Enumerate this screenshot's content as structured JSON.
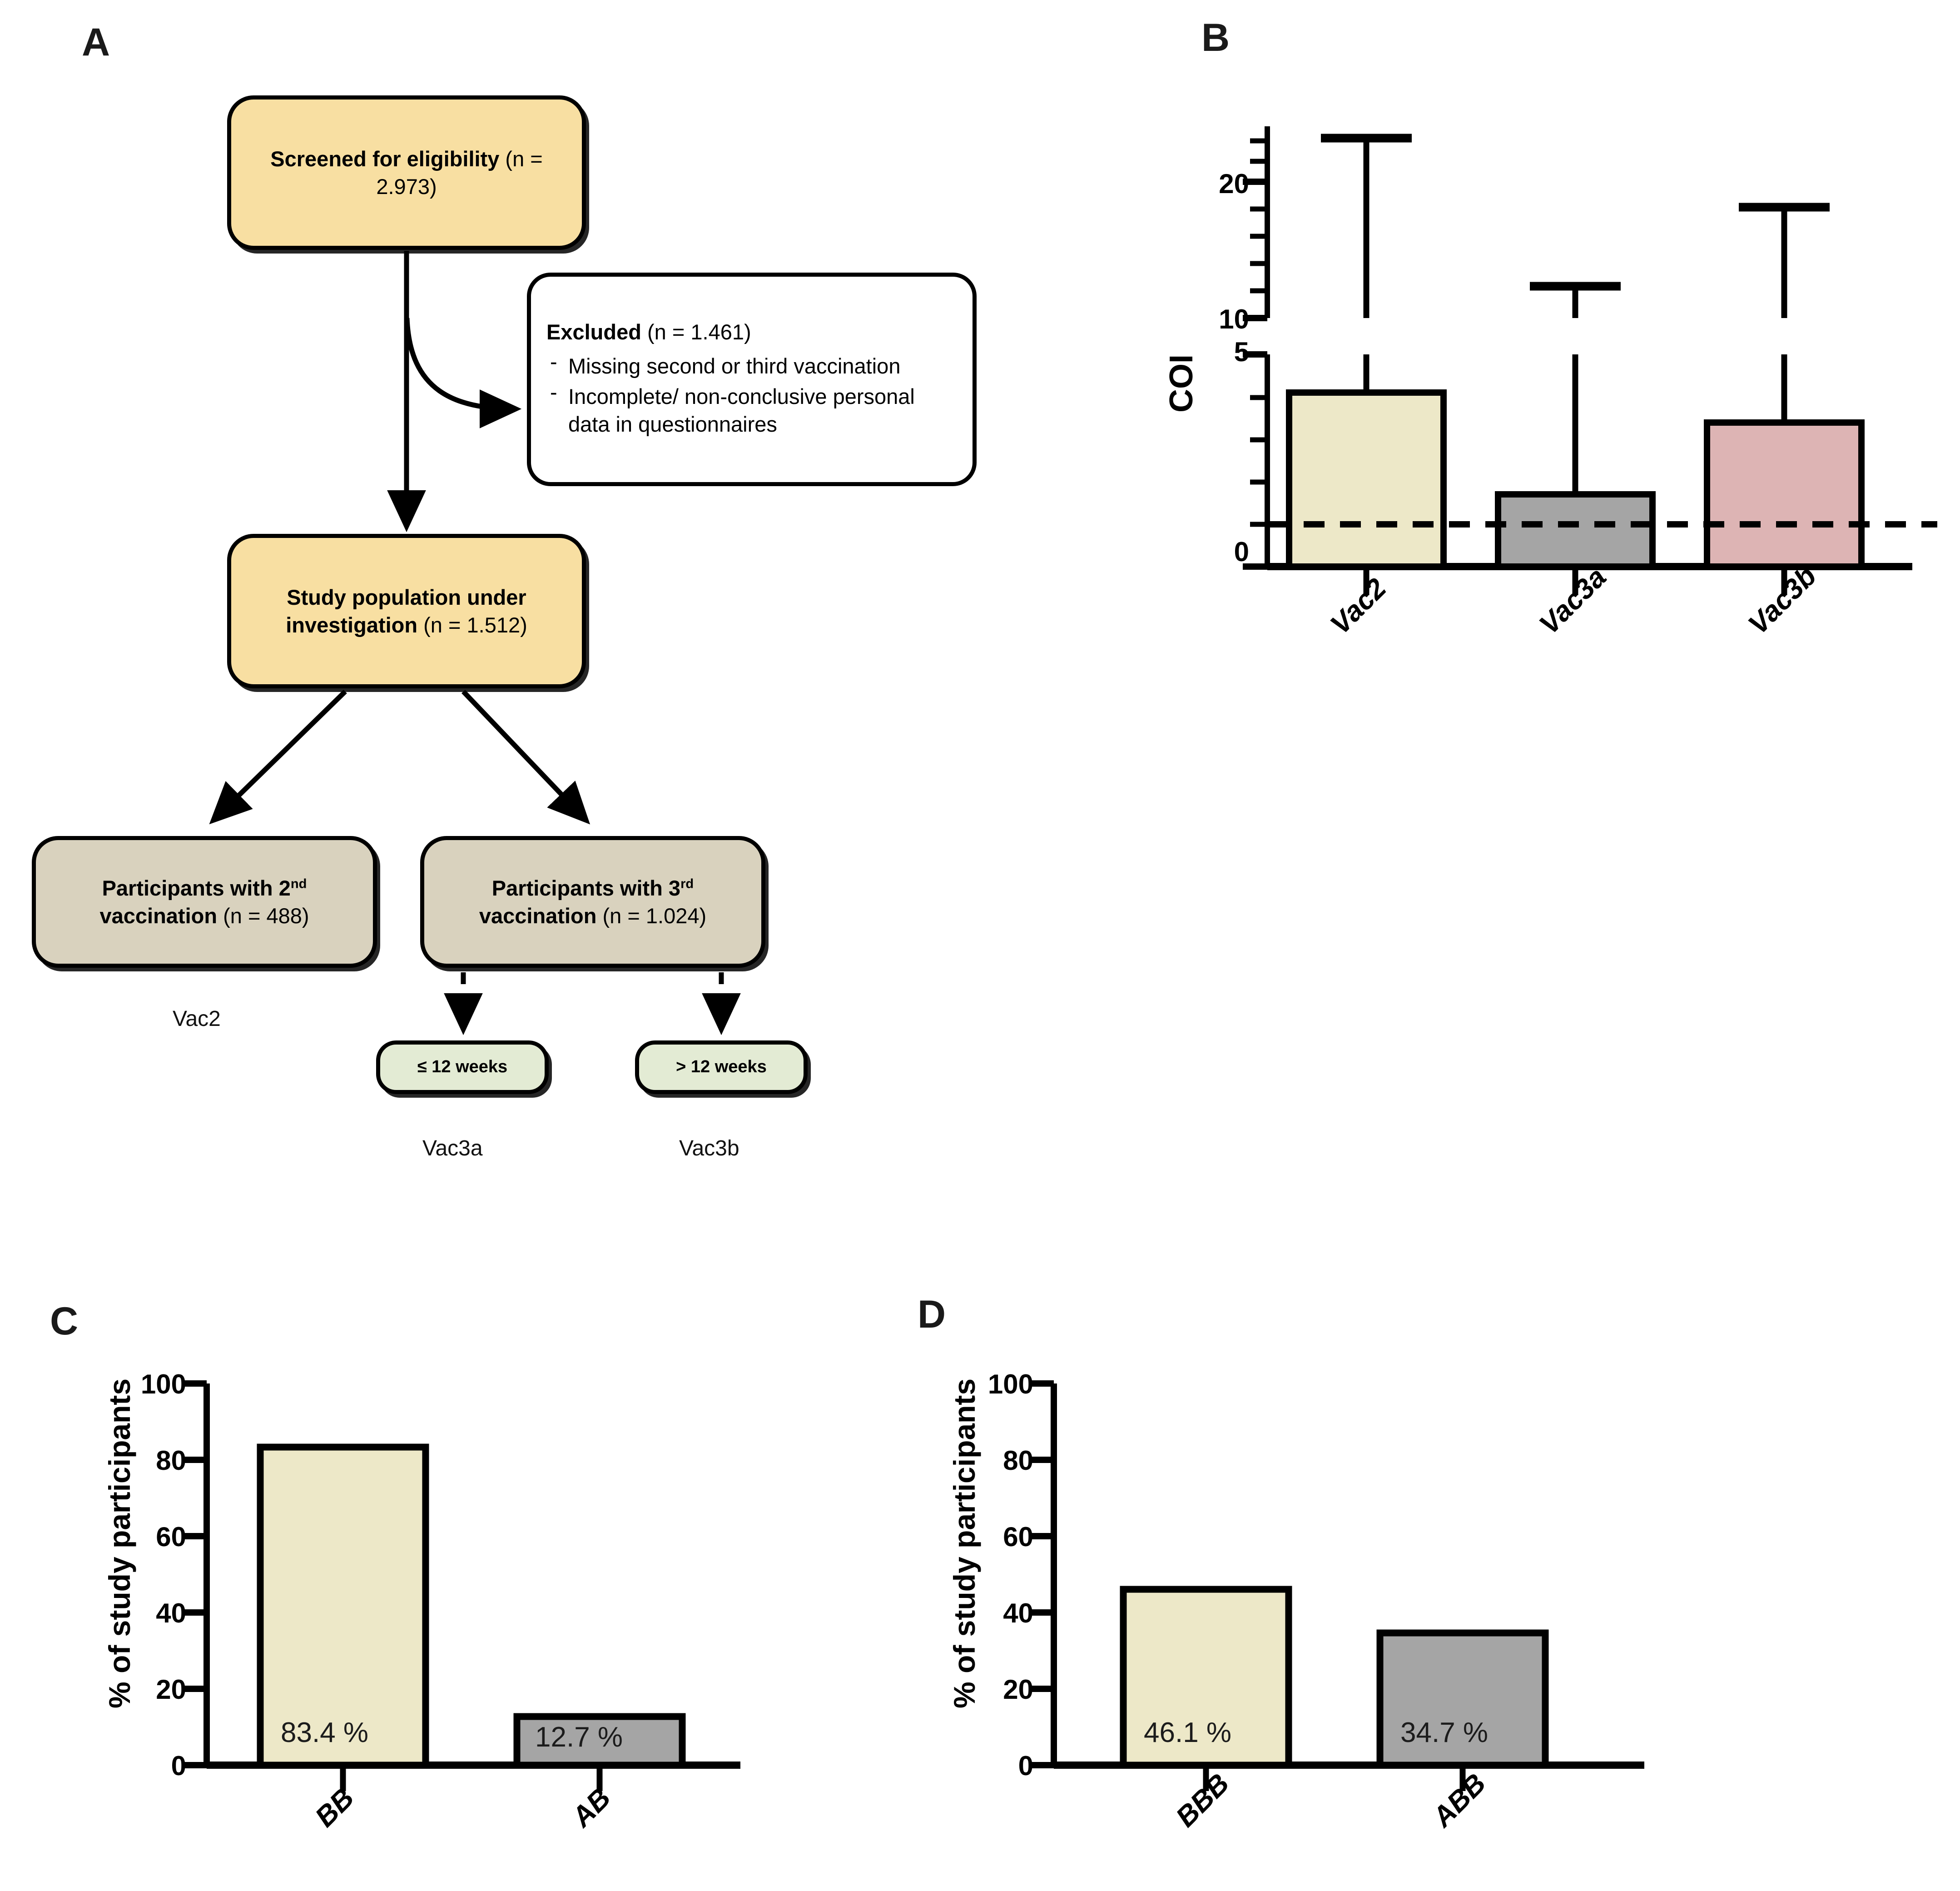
{
  "panels": {
    "a": "A",
    "b": "B",
    "c": "C",
    "d": "D"
  },
  "flowchart": {
    "screened": {
      "bold": "Screened for eligibility",
      "rest": " (n = 2.973)"
    },
    "excluded": {
      "bold": "Excluded",
      "rest": " (n = 1.461)",
      "items": [
        "Missing second or third vaccination",
        "Incomplete/ non-conclusive personal data in questionnaires"
      ]
    },
    "study_population": {
      "bold": "Study population under investigation",
      "rest": " (n = 1.512)"
    },
    "participants_2nd": {
      "bold_pre": "Participants with 2",
      "sup": "nd",
      "bold_post": " vaccination",
      "rest": " (n = 488)"
    },
    "participants_3rd": {
      "bold_pre": "Participants with 3",
      "sup": "rd",
      "bold_post": " vaccination",
      "rest": " (n = 1.024)"
    },
    "weeks_le": "≤ 12 weeks",
    "weeks_gt": "> 12 weeks",
    "group_vac2": "Vac2",
    "group_vac3a": "Vac3a",
    "group_vac3b": "Vac3b"
  },
  "colors": {
    "yellow_box": "#F8DFA2",
    "taupe_box": "#D9D2BE",
    "green_box": "#E3EBD4",
    "bar_cream": "#EDE8C8",
    "bar_gray": "#A5A5A5",
    "bar_pink": "#DDB4B4",
    "outline": "#000000"
  },
  "chart_data": [
    {
      "id": "panel_b",
      "type": "bar",
      "title": "",
      "xlabel": "",
      "ylabel": "COI",
      "categories": [
        "Vac2",
        "Vac3a",
        "Vac3b"
      ],
      "values": [
        4.1,
        1.7,
        3.4
      ],
      "error_high": [
        23.0,
        12.3,
        18.0
      ],
      "error_low": [
        4.1,
        1.7,
        3.4
      ],
      "bar_colors": [
        "#EDE8C8",
        "#A5A5A5",
        "#DDB4B4"
      ],
      "axis_segments": [
        {
          "min": 0,
          "max": 5,
          "major_ticks": [
            0,
            5
          ],
          "minor_ticks": [
            1,
            2,
            3,
            4
          ]
        },
        {
          "min": 10,
          "max": 24,
          "major_ticks": [
            10,
            20
          ],
          "minor_ticks": [
            12,
            14,
            16,
            18,
            22
          ]
        }
      ],
      "tick_labels": [
        "0",
        "5",
        "10",
        "20"
      ],
      "cutoff_line": 1.0,
      "cutoff_style": "dashed",
      "grid": false,
      "legend": "none"
    },
    {
      "id": "panel_c",
      "type": "bar",
      "title": "",
      "xlabel": "",
      "ylabel": "% of study participants",
      "categories": [
        "BB",
        "AB"
      ],
      "values": [
        83.4,
        12.7
      ],
      "data_labels": [
        "83.4 %",
        "12.7 %"
      ],
      "bar_colors": [
        "#EDE8C8",
        "#A5A5A5"
      ],
      "ylim": [
        0,
        100
      ],
      "yticks": [
        0,
        20,
        40,
        60,
        80,
        100
      ],
      "tick_labels": [
        "0",
        "20",
        "40",
        "60",
        "80",
        "100"
      ],
      "grid": false,
      "legend": "none"
    },
    {
      "id": "panel_d",
      "type": "bar",
      "title": "",
      "xlabel": "",
      "ylabel": "% of study participants",
      "categories": [
        "BBB",
        "ABB"
      ],
      "values": [
        46.1,
        34.7
      ],
      "data_labels": [
        "46.1 %",
        "34.7 %"
      ],
      "bar_colors": [
        "#EDE8C8",
        "#A5A5A5"
      ],
      "ylim": [
        0,
        100
      ],
      "yticks": [
        0,
        20,
        40,
        60,
        80,
        100
      ],
      "tick_labels": [
        "0",
        "20",
        "40",
        "60",
        "80",
        "100"
      ],
      "grid": false,
      "legend": "none"
    }
  ]
}
